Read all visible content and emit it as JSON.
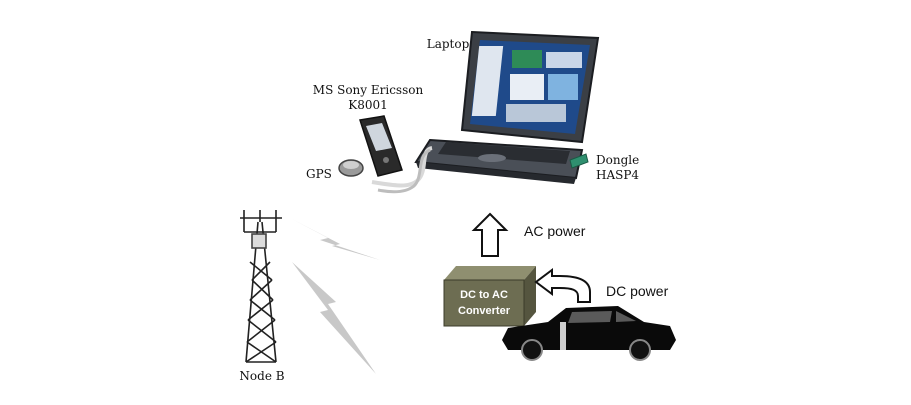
{
  "labels": {
    "laptop": "Laptop",
    "phone_line1": "MS Sony Ericsson",
    "phone_line2": "K8001",
    "gps": "GPS",
    "dongle_line1": "Dongle",
    "dongle_line2": "HASP4",
    "ac_power": "AC power",
    "dc_power": "DC power",
    "converter_line1": "DC to AC",
    "converter_line2": "Converter",
    "node_b": "Node B"
  },
  "colors": {
    "laptop_body": "#3b3f45",
    "screen": "#1f4a8a",
    "converter": "#6d6d52",
    "converter_text": "#ffffff",
    "car": "#0a0a0a",
    "cable": "#d9d9d9",
    "signal": "#c8c8c8",
    "tower": "#222222",
    "dongle": "#2f8f6f"
  }
}
